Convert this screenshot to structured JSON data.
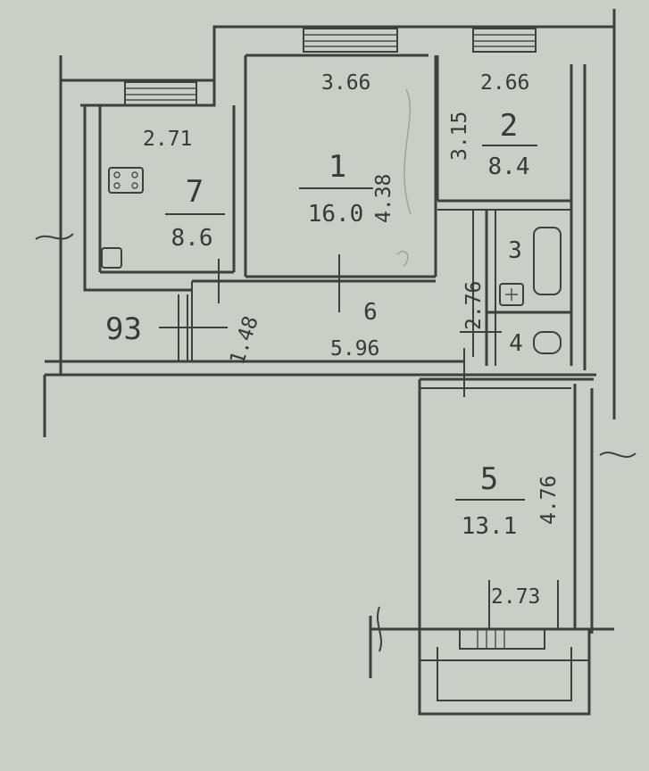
{
  "rooms": [
    {
      "id": "1",
      "area": "16.0"
    },
    {
      "id": "2",
      "area": "8.4"
    },
    {
      "id": "3",
      "area": ""
    },
    {
      "id": "4",
      "area": ""
    },
    {
      "id": "5",
      "area": "13.1"
    },
    {
      "id": "6",
      "area": ""
    },
    {
      "id": "7",
      "area": "8.6"
    }
  ],
  "dimensions": {
    "room1_width": "3.66",
    "room1_length": "4.38",
    "room2_width": "2.66",
    "room2_length": "3.15",
    "room7_width": "2.71",
    "corridor_length": "5.96",
    "corridor_width": "1.48",
    "bath_length": "2.76",
    "room5_length": "4.76",
    "room5_width": "2.73",
    "stub_label": "93"
  }
}
